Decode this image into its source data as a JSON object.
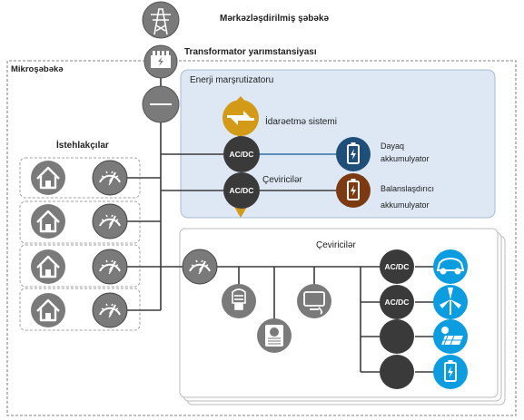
{
  "labels": {
    "central_grid": "Mərkəzləşdirilmiş şəbəkə",
    "transformer_substation": "Transformator yarımstansiyası",
    "microgrid": "Mikroşəbəkə",
    "energy_router": "Enerji marşrutizatoru",
    "consumers": "İstehlakçılar",
    "control_system": "İdarəetmə sistemi",
    "converters_router": "Çeviricilər",
    "support_battery_line1": "Dayaq",
    "support_battery_line2": "akkumulyator",
    "balancing_battery_line1": "Balanslaşdırıcı",
    "balancing_battery_line2": "akkumulyator",
    "converters_local": "Çeviricilər"
  },
  "converter_labels": {
    "router_top": "AC/DC",
    "router_bottom": "AC/DC",
    "local_ev": "AC/DC",
    "local_wind": "AC/DC"
  },
  "colors": {
    "node_dark": "#3a3a3a",
    "node_grey": "#7a7a7a",
    "router_bg": "#dde8f4",
    "router_border": "#9fb3c8",
    "accent_gold": "#d39a17",
    "support_battery": "#1f4e79",
    "balancing_battery": "#7b3a12",
    "renewable_blue": "#0b9de0"
  },
  "icons": {
    "grid_tower": "transmission-tower-icon",
    "substation": "substation-icon",
    "breaker": "breaker-icon",
    "control": "bidirectional-arrows-icon",
    "house": "house-icon",
    "meter": "meter-gauge-icon",
    "battery": "battery-icon",
    "lamp": "light-bulb-icon",
    "fan": "fan-heater-icon",
    "tv": "television-icon",
    "car": "electric-car-icon",
    "wind": "wind-turbine-icon",
    "solar": "solar-panel-icon"
  }
}
